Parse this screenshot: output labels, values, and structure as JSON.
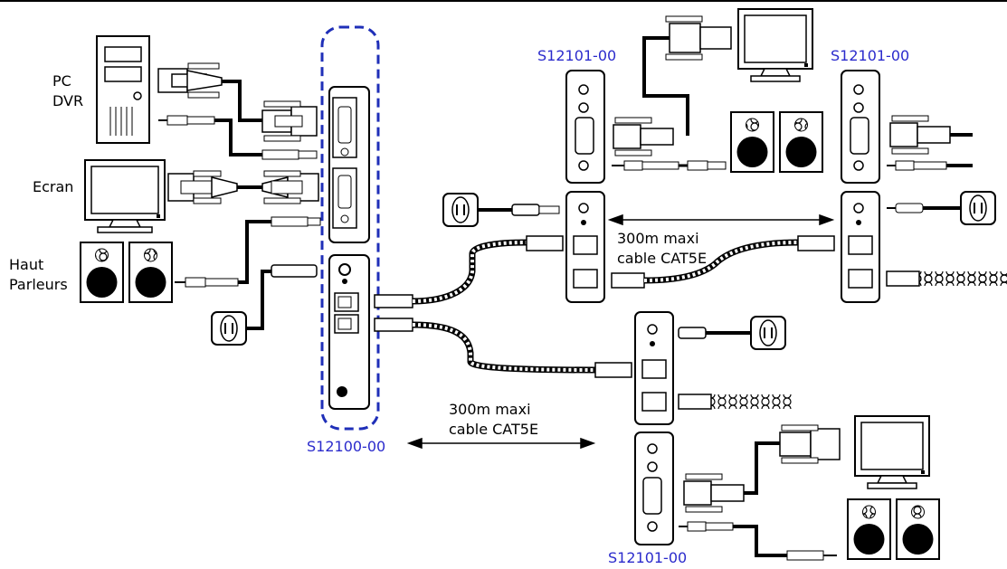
{
  "labels": {
    "pc": "PC",
    "dvr": "DVR",
    "ecran": "Ecran",
    "haut": "Haut",
    "parleurs": "Parleurs",
    "transmitter_model": "S12100-00",
    "receiver_model_top_left": "S12101-00",
    "receiver_model_top_right": "S12101-00",
    "receiver_model_bottom": "S12101-00",
    "cable_top_line1": "300m maxi",
    "cable_top_line2": "cable CAT5E",
    "cable_bottom_line1": "300m maxi",
    "cable_bottom_line2": "cable CAT5E"
  },
  "colors": {
    "model_text": "#2b2bcc",
    "dashed_outline": "#1f2fb8",
    "line": "#000000"
  }
}
